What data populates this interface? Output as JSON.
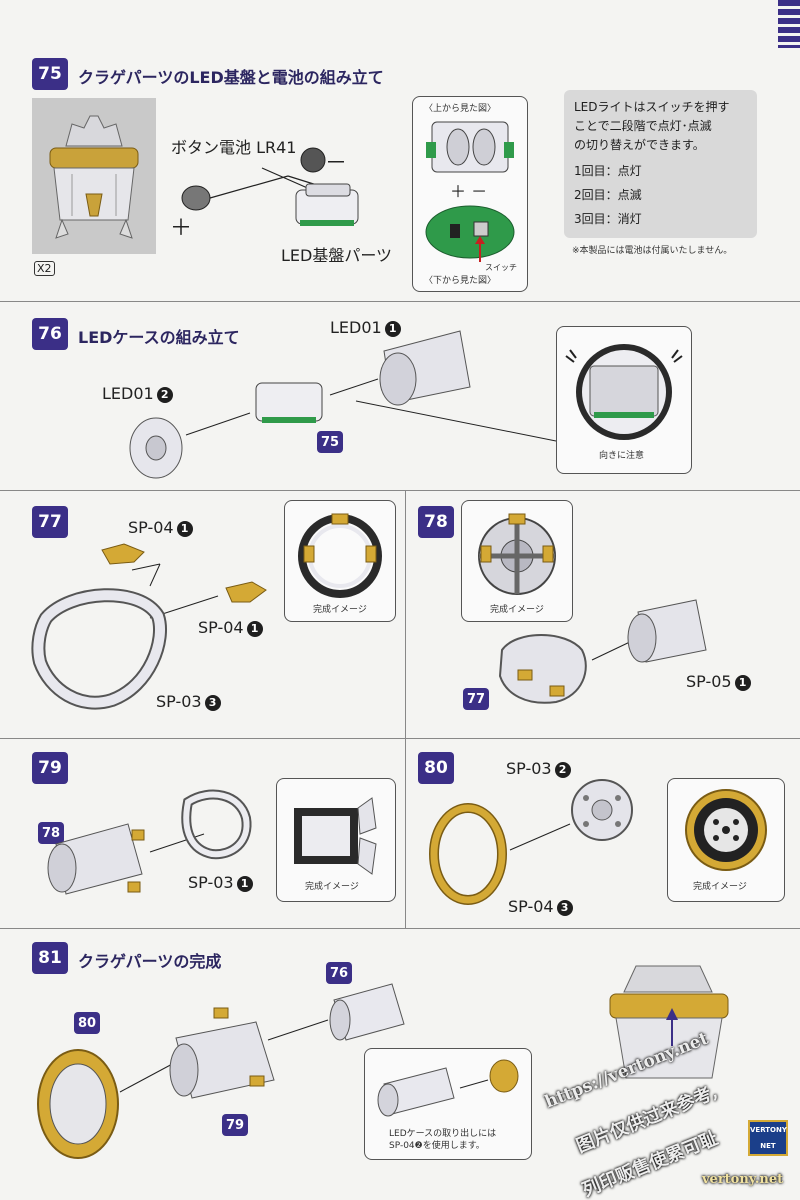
{
  "colors": {
    "accent": "#3b2f87",
    "gold": "#d4a935",
    "pcb": "#2f9a4a",
    "part": "#e9e9ee"
  },
  "s75": {
    "num": "75",
    "title": "クラゲパーツのLED基盤と電池の組み立て",
    "battery": "ボタン電池 LR41",
    "minus": "－",
    "plus": "＋",
    "board": "LED基盤パーツ",
    "qty": "X2",
    "top_view": "〈上から見た図〉",
    "pm": "＋ －",
    "switch": "スイッチ",
    "bottom_view": "〈下から見た図〉",
    "info_lines": [
      "LEDライトはスイッチを押す",
      "ことで二段階で点灯･点滅",
      "の切り替えができます。"
    ],
    "modes": [
      "1回目：点灯",
      "2回目：点滅",
      "3回目：消灯"
    ],
    "note": "※本製品には電池は付属いたしません。"
  },
  "s76": {
    "num": "76",
    "title": "LEDケースの組み立て",
    "part_a": "LED01",
    "part_a_num": "1",
    "part_b": "LED01",
    "part_b_num": "2",
    "ref": "75",
    "caption": "向きに注意"
  },
  "s77": {
    "num": "77",
    "part_a": "SP-04",
    "part_a_num": "1",
    "part_b": "SP-04",
    "part_b_num": "1",
    "part_c": "SP-03",
    "part_c_num": "3",
    "caption": "完成イメージ"
  },
  "s78": {
    "num": "78",
    "caption": "完成イメージ",
    "ref": "77",
    "part": "SP-05",
    "part_num": "1"
  },
  "s79": {
    "num": "79",
    "ref": "78",
    "part": "SP-03",
    "part_num": "1",
    "caption": "完成イメージ"
  },
  "s80": {
    "num": "80",
    "part_a": "SP-03",
    "part_a_num": "2",
    "part_b": "SP-04",
    "part_b_num": "3",
    "caption": "完成イメージ"
  },
  "s81": {
    "num": "81",
    "title": "クラゲパーツの完成",
    "ref_a": "76",
    "ref_b": "80",
    "ref_c": "79",
    "caption_1": "LEDケースの取り出しには",
    "caption_2": "SP-04❷を使用します。"
  },
  "watermark": {
    "url": "https://vertony.net",
    "line1": "图片仅供过来参考,",
    "line2": "列印贩售使累可耻",
    "logo": "VERTONY",
    "logo_sub": "NET",
    "site": "vertony.net"
  }
}
